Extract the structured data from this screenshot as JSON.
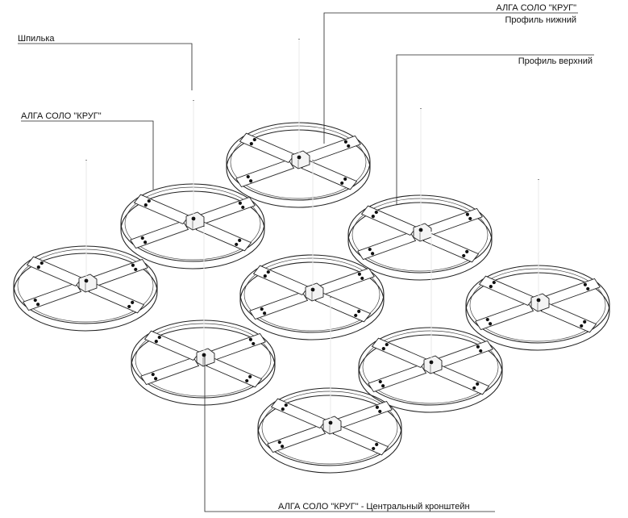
{
  "labels": {
    "pin": "Шпилька",
    "lamp_left": "АЛГА СОЛО \"КРУГ\"",
    "lamp_top": "АЛГА СОЛО \"КРУГ\"",
    "profile_lower": "Профиль нижний",
    "profile_upper": "Профиль верхний",
    "central_bracket": "АЛГА СОЛО \"КРУГ\" - Центральный кронштейн"
  },
  "colors": {
    "line": "#222222",
    "background": "#ffffff"
  },
  "luminaire_count": 9
}
